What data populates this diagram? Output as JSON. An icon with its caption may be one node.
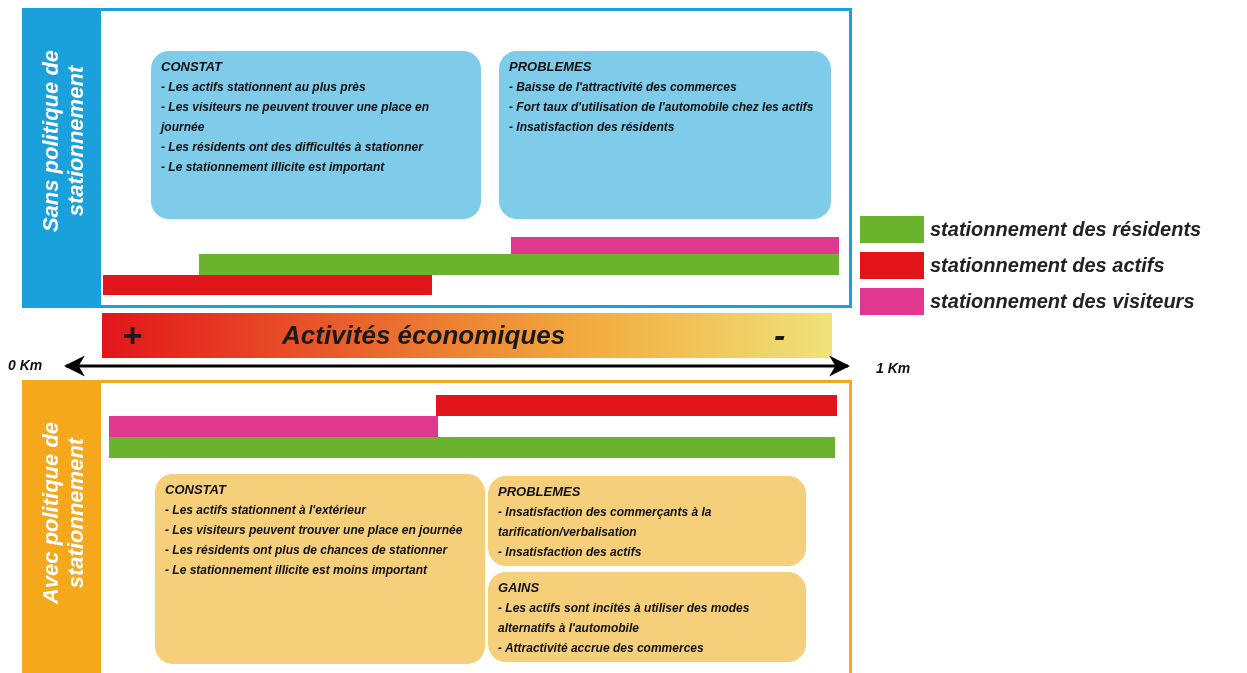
{
  "diagram": {
    "nodes": [
      {
        "text": [
          "Sans politique de stationnement"
        ]
      },
      {
        "text": [
          "CONSTAT",
          "- Les actifs stationnent au plus près",
          "- Les visiteurs ne peuvent trouver une place en journée",
          "- Les résidents ont des difficultés à stationner",
          "- Le stationnement illicite est important"
        ],
        "in": 0
      },
      {
        "text": [
          "PROBLEMES",
          "- Baisse de l'attractivité des commerces",
          "- Fort taux d'utilisation de l'automobile chez les actifs",
          "- Insatisfaction des résidents"
        ],
        "in": 0
      },
      {
        "text": [],
        "shape": "bar",
        "in": 0
      },
      {
        "text": [],
        "shape": "bar",
        "in": 0
      },
      {
        "text": [],
        "shape": "bar",
        "in": 0
      },
      {
        "text": [
          "+",
          "Activités économiques",
          "-"
        ]
      },
      {
        "text": [
          "Avec politique de stationnement"
        ]
      },
      {
        "text": [],
        "shape": "bar",
        "in": 7
      },
      {
        "text": [],
        "shape": "bar",
        "in": 7
      },
      {
        "text": [],
        "shape": "bar",
        "in": 7
      },
      {
        "text": [
          "CONSTAT",
          "- Les actifs stationnent à l'extérieur",
          "- Les visiteurs peuvent trouver une place en journée",
          "- Les résidents ont plus de chances de stationner",
          "- Le stationnement illicite est moins important"
        ],
        "in": 7
      },
      {
        "text": [
          "PROBLEMES",
          "- Insatisfaction des commerçants à la tarification/verbalisation",
          "- Insatisfaction des actifs"
        ],
        "in": 7
      },
      {
        "text": [
          "GAINS",
          "- Les actifs sont incités à utiliser des modes alternatifs à l'automobile",
          "- Attractivité accrue des commerces"
        ],
        "in": 7
      }
    ],
    "edges": [],
    "labels": [
      "0 Km",
      "1 Km"
    ],
    "legend": [
      {
        "text": "stationnement des résidents",
        "color": "#6ab42d"
      },
      {
        "text": "stationnement des actifs",
        "color": "#e3151b"
      },
      {
        "text": "stationnement des visiteurs",
        "color": "#e0388f"
      }
    ]
  }
}
